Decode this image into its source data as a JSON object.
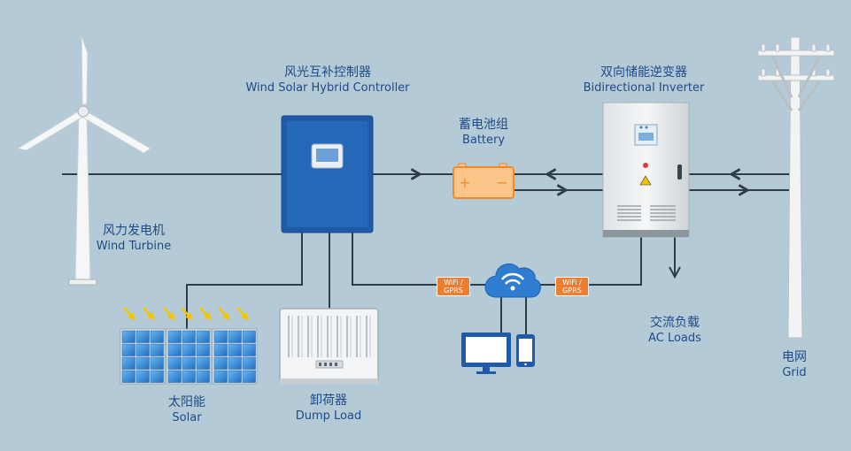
{
  "colors": {
    "background": "#b4cad6",
    "wire": "#2f3d46",
    "controller_blue": "#1f5ba8",
    "label_blue": "#1e4b86",
    "badge_orange": "#ed7d31",
    "battery_fill": "#fbc58a",
    "battery_border": "#ef8b2c",
    "solar_blue": "#2f8ad6",
    "sun_arrow": "#f5c400"
  },
  "components": {
    "wind_turbine": {
      "zh": "风力发电机",
      "en": "Wind Turbine",
      "icon": "wind-turbine-icon"
    },
    "controller": {
      "zh": "风光互补控制器",
      "en": "Wind Solar Hybrid Controller",
      "icon": "controller-cabinet-icon"
    },
    "battery": {
      "zh": "蓄电池组",
      "en": "Battery",
      "icon": "battery-icon",
      "plus": "+",
      "minus": "−"
    },
    "inverter": {
      "zh": "双向储能逆变器",
      "en": "Bidirectional  Inverter",
      "icon": "inverter-cabinet-icon"
    },
    "grid": {
      "zh": "电网",
      "en": "Grid",
      "icon": "utility-pole-icon"
    },
    "solar": {
      "zh": "太阳能",
      "en": "Solar",
      "icon": "solar-panel-icon"
    },
    "dump_load": {
      "zh": "卸荷器",
      "en": "Dump Load",
      "icon": "dump-load-icon"
    },
    "ac_loads": {
      "zh": "交流负载",
      "en": "AC Loads"
    }
  },
  "comm": {
    "badge_left_line1": "WiFi /",
    "badge_left_line2": "GPRS",
    "badge_right_line1": "WiFi /",
    "badge_right_line2": "GPRS",
    "cloud_icon": "cloud-wifi-icon",
    "monitor_icon": "monitor-icon",
    "phone_icon": "phone-icon"
  }
}
